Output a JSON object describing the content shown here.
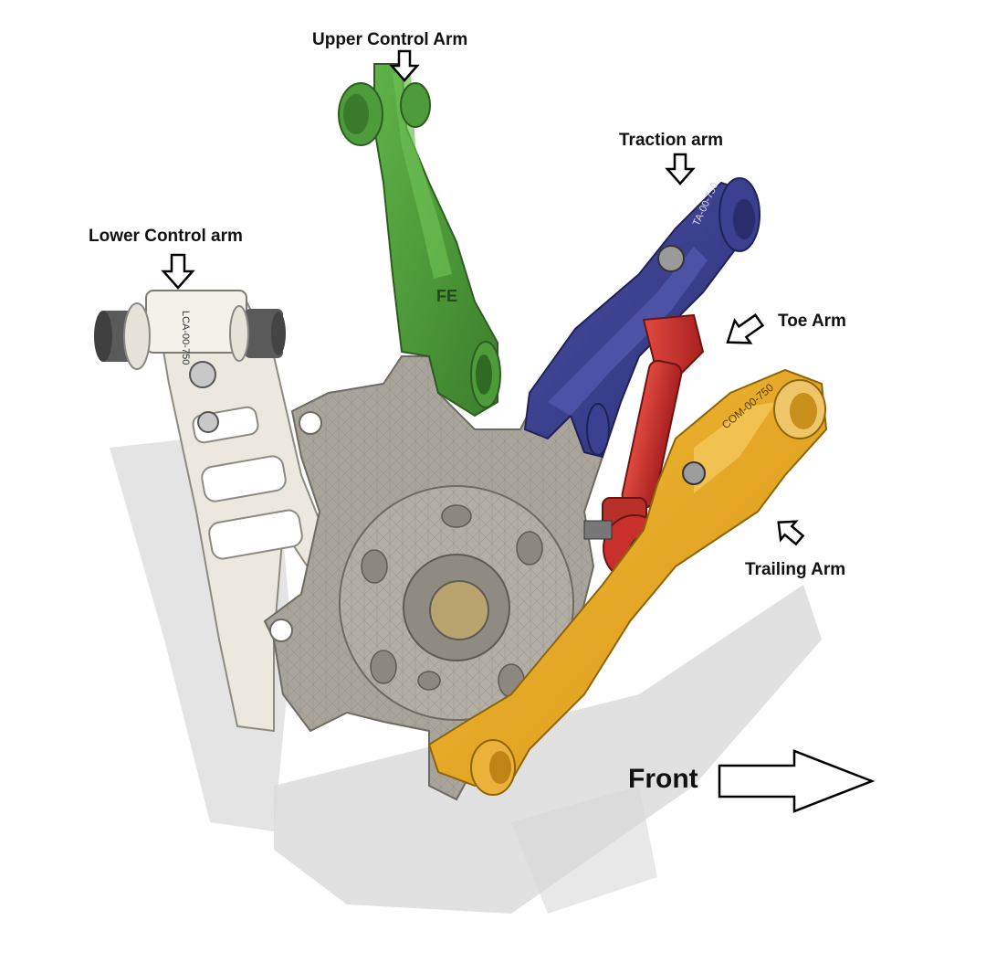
{
  "labels": {
    "upper_control_arm": "Upper Control Arm",
    "traction_arm": "Traction arm",
    "lower_control_arm": "Lower Control arm",
    "toe_arm": "Toe Arm",
    "trailing_arm": "Trailing Arm",
    "front": "Front"
  },
  "engravings": {
    "lower_arm": "LCA-00-750",
    "traction_arm": "TA-00-750",
    "trailing_arm": "COM-00-750",
    "upper_arm_logo": "FE"
  },
  "colors": {
    "upper_arm": "#4e9a3a",
    "traction_arm": "#3a3f8f",
    "lower_arm": "#ece8df",
    "toe_arm": "#c9302c",
    "trailing_arm": "#e3a523",
    "knuckle": "#a8a49b",
    "shadow": "#d6d6d6"
  }
}
